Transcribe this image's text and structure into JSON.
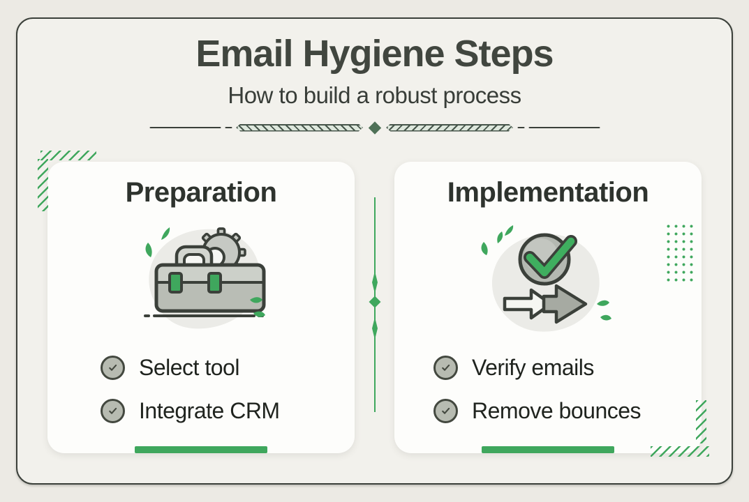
{
  "title": "Email Hygiene Steps",
  "subtitle": "How to build a robust process",
  "colors": {
    "accent_green": "#3fa75d",
    "ink_dark": "#3b403a",
    "heading": "#2e332e",
    "card_bg": "#fdfdfb",
    "page_bg": "#eceae4",
    "panel_bg": "#f2f1ec",
    "check_circle_fill": "#b7bbb1",
    "ornament_diamond": "#4f7157"
  },
  "cards": [
    {
      "id": "preparation",
      "heading": "Preparation",
      "illustration": "toolbox-with-gear",
      "items": [
        {
          "label": "Select tool",
          "checked": true
        },
        {
          "label": "Integrate CRM",
          "checked": true
        }
      ]
    },
    {
      "id": "implementation",
      "heading": "Implementation",
      "illustration": "checkmark-with-arrows",
      "items": [
        {
          "label": "Verify emails",
          "checked": true
        },
        {
          "label": "Remove bounces",
          "checked": true
        }
      ]
    }
  ]
}
